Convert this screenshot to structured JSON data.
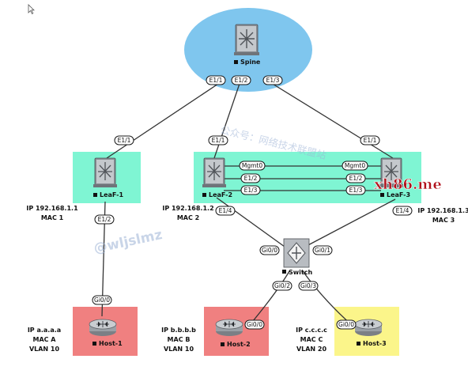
{
  "nodes": {
    "spine": {
      "name": "Spine"
    },
    "leaf1": {
      "name": "LeaF-1",
      "ip": "IP 192.168.1.1",
      "mac": "MAC 1"
    },
    "leaf2": {
      "name": "LeaF-2",
      "ip": "IP 192.168.1.2",
      "mac": "MAC 2"
    },
    "leaf3": {
      "name": "LeaF-3",
      "ip": "IP 192.168.1.3",
      "mac": "MAC 3"
    },
    "switch": {
      "name": "Switch"
    },
    "host1": {
      "name": "Host-1",
      "ip": "IP a.a.a.a",
      "mac": "MAC A",
      "vlan": "VLAN 10"
    },
    "host2": {
      "name": "Host-2",
      "ip": "IP b.b.b.b",
      "mac": "MAC B",
      "vlan": "VLAN 10"
    },
    "host3": {
      "name": "Host-3",
      "ip": "IP c.c.c.c",
      "mac": "MAC C",
      "vlan": "VLAN 20"
    }
  },
  "ports": {
    "spine_e11": "E1/1",
    "spine_e12": "E1/2",
    "spine_e13": "E1/3",
    "leaf1_e11": "E1/1",
    "leaf1_e12": "E1/2",
    "leaf2_e11": "E1/1",
    "leaf2_mgmt0": "Mgmt0",
    "leaf2_e12": "E1/2",
    "leaf2_e13": "E1/3",
    "leaf2_e14": "E1/4",
    "leaf3_e11": "E1/1",
    "leaf3_mgmt0": "Mgmt0",
    "leaf3_e12": "E1/2",
    "leaf3_e13": "E1/3",
    "leaf3_e14": "E1/4",
    "switch_gi00": "Gi0/0",
    "switch_gi01": "Gi0/1",
    "switch_gi02": "Gi0/2",
    "switch_gi03": "Gi0/3",
    "host1_gi00": "Gi0/0",
    "host2_gi00": "Gi0/0",
    "host3_gi00": "Gi0/0"
  },
  "watermarks": {
    "wechat": "公众号：网络技术联盟站",
    "handle": "@wljslmz",
    "site": "xh86.me"
  },
  "colors": {
    "spine_bubble": "#7fc6ee",
    "leaf_box": "#7ff5d3",
    "host_red": "#f08080",
    "host_yellow": "#fbf58a",
    "site_watermark": "#b0101a"
  }
}
